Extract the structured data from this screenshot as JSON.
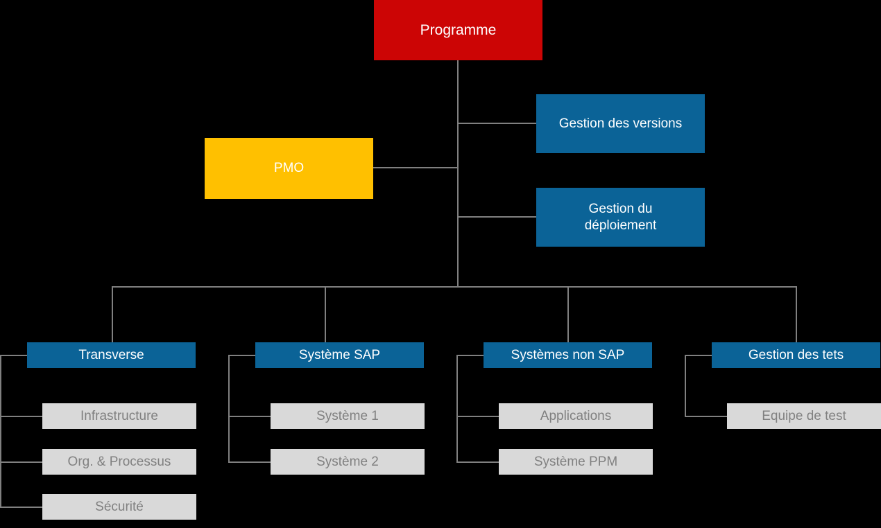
{
  "diagram": {
    "title": "Programme organisation chart",
    "background_color": "#000000",
    "line_color": "#808080",
    "colors": {
      "root_red": "#CC0505",
      "pmo_gold": "#FFC000",
      "branch_blue": "#0B6397",
      "leaf_gray": "#D9D9D9",
      "leaf_text": "#808080",
      "box_text": "#FFFFFF"
    },
    "nodes": {
      "root": {
        "label": "Programme"
      },
      "pmo": {
        "label": "PMO"
      },
      "release_mgmt": {
        "label": "Gestion des versions"
      },
      "deploy_mgmt": {
        "label": "Gestion du\ndéploiement"
      },
      "transverse": {
        "label": "Transverse"
      },
      "transverse_children": [
        {
          "label": "Infrastructure"
        },
        {
          "label": "Org. & Processus"
        },
        {
          "label": "Sécurité"
        }
      ],
      "systeme_sap": {
        "label": "Système SAP"
      },
      "systeme_sap_children": [
        {
          "label": "Système 1"
        },
        {
          "label": "Système 2"
        }
      ],
      "systemes_non_sap": {
        "label": "Systèmes non SAP"
      },
      "systemes_non_sap_children": [
        {
          "label": "Applications"
        },
        {
          "label": "Système PPM"
        }
      ],
      "gestion_tests": {
        "label": "Gestion des tets"
      },
      "gestion_tests_children": [
        {
          "label": "Equipe de test"
        }
      ]
    }
  }
}
